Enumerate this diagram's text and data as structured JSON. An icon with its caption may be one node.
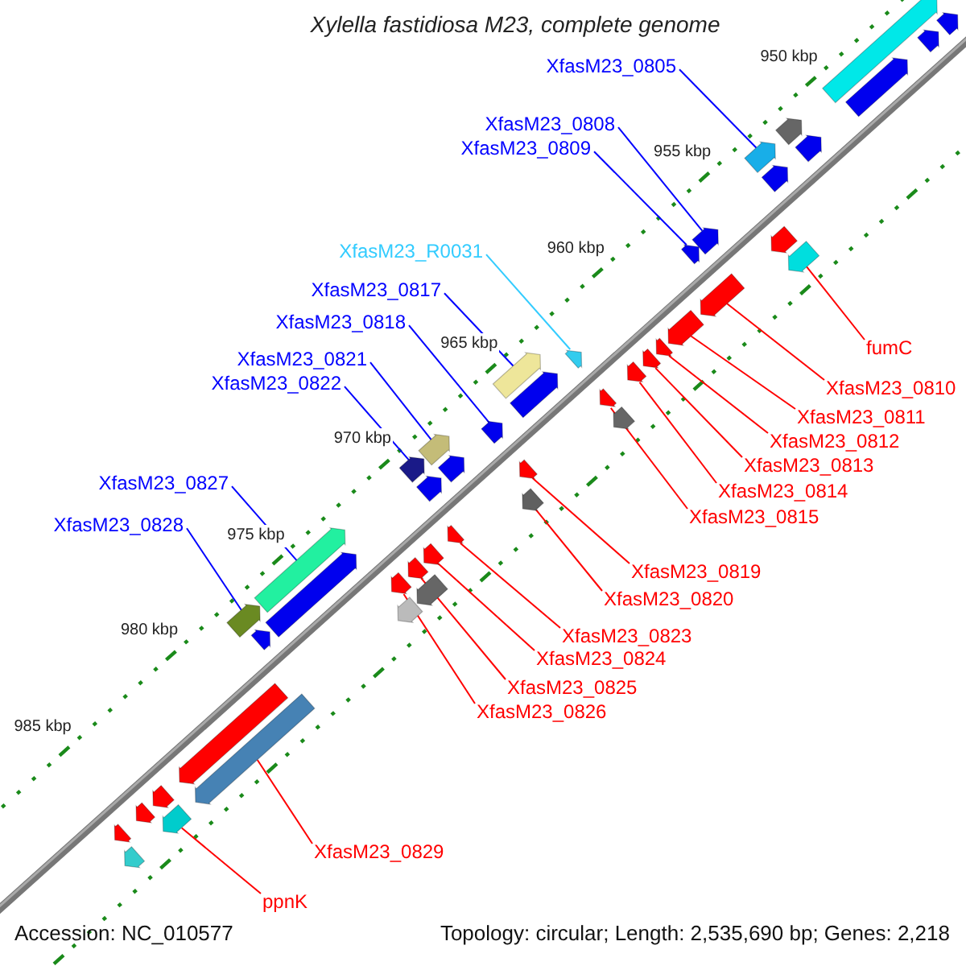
{
  "diagram": {
    "title": "Xylella fastidiosa M23, complete genome",
    "nodes": [
      {
        "text": [
          "XfasM23_0805"
        ]
      },
      {
        "text": [
          "XfasM23_0808"
        ]
      },
      {
        "text": [
          "XfasM23_0809"
        ]
      },
      {
        "text": [
          "XfasM23_R0031"
        ]
      },
      {
        "text": [
          "XfasM23_0817"
        ]
      },
      {
        "text": [
          "XfasM23_0818"
        ]
      },
      {
        "text": [
          "fumC"
        ]
      },
      {
        "text": [
          "XfasM23_0821"
        ]
      },
      {
        "text": [
          "XfasM23_0822"
        ]
      },
      {
        "text": [
          "XfasM23_0810"
        ]
      },
      {
        "text": [
          "XfasM23_0811"
        ]
      },
      {
        "text": [
          "XfasM23_0812"
        ]
      },
      {
        "text": [
          "XfasM23_0813"
        ]
      },
      {
        "text": [
          "XfasM23_0827"
        ]
      },
      {
        "text": [
          "XfasM23_0814"
        ]
      },
      {
        "text": [
          "XfasM23_0815"
        ]
      },
      {
        "text": [
          "XfasM23_0828"
        ]
      },
      {
        "text": [
          "XfasM23_0819"
        ]
      },
      {
        "text": [
          "XfasM23_0820"
        ]
      },
      {
        "text": [
          "XfasM23_0823"
        ]
      },
      {
        "text": [
          "XfasM23_0824"
        ]
      },
      {
        "text": [
          "XfasM23_0825"
        ]
      },
      {
        "text": [
          "XfasM23_0826"
        ]
      },
      {
        "text": [
          "XfasM23_0829"
        ]
      },
      {
        "text": [
          "ppnK"
        ]
      },
      {
        "text": [],
        "shape": "bar"
      },
      {
        "text": [],
        "shape": "bar"
      },
      {
        "text": [],
        "shape": "bar"
      },
      {
        "text": [],
        "shape": "bar"
      },
      {
        "text": [],
        "shape": "bar"
      },
      {
        "text": [],
        "shape": "bar"
      },
      {
        "text": [],
        "shape": "bar"
      },
      {
        "text": [],
        "shape": "bar"
      },
      {
        "text": [],
        "shape": "bar"
      },
      {
        "text": [],
        "shape": "bar"
      },
      {
        "text": [],
        "shape": "bar"
      },
      {
        "text": [],
        "shape": "bar"
      },
      {
        "text": [],
        "shape": "bar"
      },
      {
        "text": [],
        "shape": "bar"
      },
      {
        "text": [],
        "shape": "bar"
      },
      {
        "text": [],
        "shape": "bar"
      },
      {
        "text": [],
        "shape": "bar"
      },
      {
        "text": [],
        "shape": "bar"
      },
      {
        "text": [],
        "shape": "bar"
      },
      {
        "text": [],
        "shape": "bar"
      },
      {
        "text": [],
        "shape": "bar"
      },
      {
        "text": [],
        "shape": "bar"
      },
      {
        "text": [],
        "shape": "bar"
      },
      {
        "text": [],
        "shape": "bar"
      },
      {
        "text": [],
        "shape": "bar"
      },
      {
        "text": [],
        "shape": "bar"
      },
      {
        "text": [],
        "shape": "bar"
      },
      {
        "text": [],
        "shape": "bar"
      },
      {
        "text": [],
        "shape": "bar"
      },
      {
        "text": [],
        "shape": "bar"
      },
      {
        "text": [],
        "shape": "bar"
      },
      {
        "text": [],
        "shape": "bar"
      },
      {
        "text": [],
        "shape": "bar"
      },
      {
        "text": [],
        "shape": "bar"
      },
      {
        "text": [],
        "shape": "bar"
      },
      {
        "text": [],
        "shape": "bar"
      },
      {
        "text": [],
        "shape": "bar"
      },
      {
        "text": [],
        "shape": "bar"
      },
      {
        "text": [],
        "shape": "bar"
      },
      {
        "text": [],
        "shape": "bar"
      },
      {
        "text": [],
        "shape": "bar"
      },
      {
        "text": [],
        "shape": "bar"
      },
      {
        "text": [],
        "shape": "bar"
      },
      {
        "text": [],
        "shape": "bar"
      },
      {
        "text": [],
        "shape": "bar"
      },
      {
        "text": [],
        "shape": "bar"
      }
    ],
    "edges": [
      {
        "from": 0,
        "to": 25,
        "arrow": "none",
        "color": "#0000ff"
      },
      {
        "from": 1,
        "to": 26,
        "arrow": "none",
        "color": "#0000ff"
      },
      {
        "from": 2,
        "to": 27,
        "arrow": "none",
        "color": "#0000ff"
      },
      {
        "from": 3,
        "to": 28,
        "arrow": "none",
        "color": "#33ccff"
      },
      {
        "from": 4,
        "to": 29,
        "arrow": "none",
        "color": "#0000ff"
      },
      {
        "from": 5,
        "to": 30,
        "arrow": "none",
        "color": "#0000ff"
      },
      {
        "from": 6,
        "to": 31,
        "arrow": "none"
      },
      {
        "from": 7,
        "to": 32,
        "arrow": "none",
        "color": "#0000ff"
      },
      {
        "from": 8,
        "to": 33,
        "arrow": "none",
        "color": "#0000ff"
      },
      {
        "from": 9,
        "to": 34,
        "arrow": "none"
      },
      {
        "from": 10,
        "to": 35,
        "arrow": "none"
      },
      {
        "from": 11,
        "to": 36,
        "arrow": "none"
      },
      {
        "from": 12,
        "to": 37,
        "arrow": "none"
      },
      {
        "from": 13,
        "to": 38,
        "arrow": "none",
        "color": "#0000ff"
      },
      {
        "from": 14,
        "to": 39,
        "arrow": "none"
      },
      {
        "from": 15,
        "to": 40,
        "arrow": "none"
      },
      {
        "from": 16,
        "to": 41,
        "arrow": "none",
        "color": "#0000ff"
      },
      {
        "from": 17,
        "to": 42,
        "arrow": "none"
      },
      {
        "from": 18,
        "to": 43,
        "arrow": "none"
      },
      {
        "from": 19,
        "to": 44,
        "arrow": "none"
      },
      {
        "from": 20,
        "to": 45,
        "arrow": "none"
      },
      {
        "from": 21,
        "to": 46,
        "arrow": "none"
      },
      {
        "from": 22,
        "to": 47,
        "arrow": "none"
      },
      {
        "from": 23,
        "to": 48,
        "arrow": "none"
      },
      {
        "from": 24,
        "to": 49,
        "arrow": "none"
      }
    ],
    "labels": [
      "950 kbp",
      "955 kbp",
      "960 kbp",
      "965 kbp",
      "970 kbp",
      "975 kbp",
      "980 kbp",
      "985 kbp",
      "Accession: NC_010577",
      "Topology: circular; Length: 2,535,690 bp; Genes: 2,218"
    ]
  }
}
